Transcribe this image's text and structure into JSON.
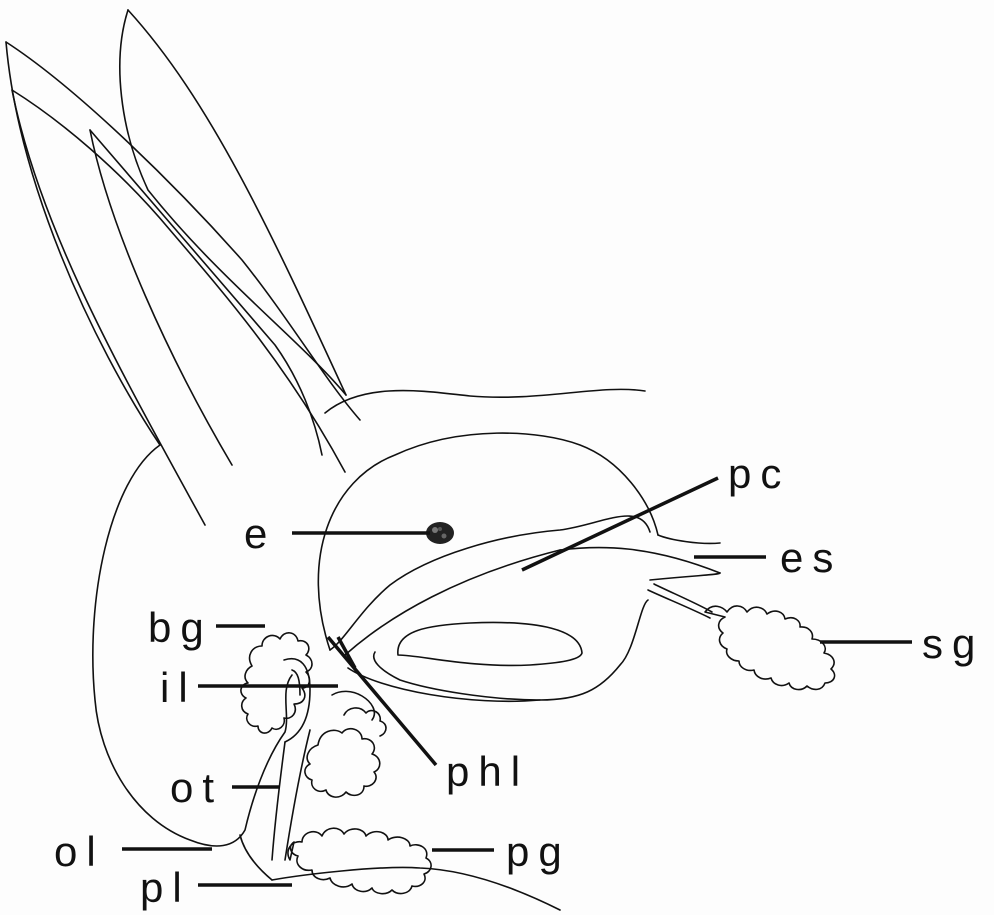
{
  "labels": {
    "e": "e",
    "pc": "pc",
    "es": "es",
    "bg": "bg",
    "sg": "sg",
    "il": "il",
    "phl": "phl",
    "ot": "ot",
    "pg": "pg",
    "ol": "ol",
    "pl": "pl"
  },
  "colors": {
    "ink": "#111111",
    "paper": "#fdfdfd"
  }
}
